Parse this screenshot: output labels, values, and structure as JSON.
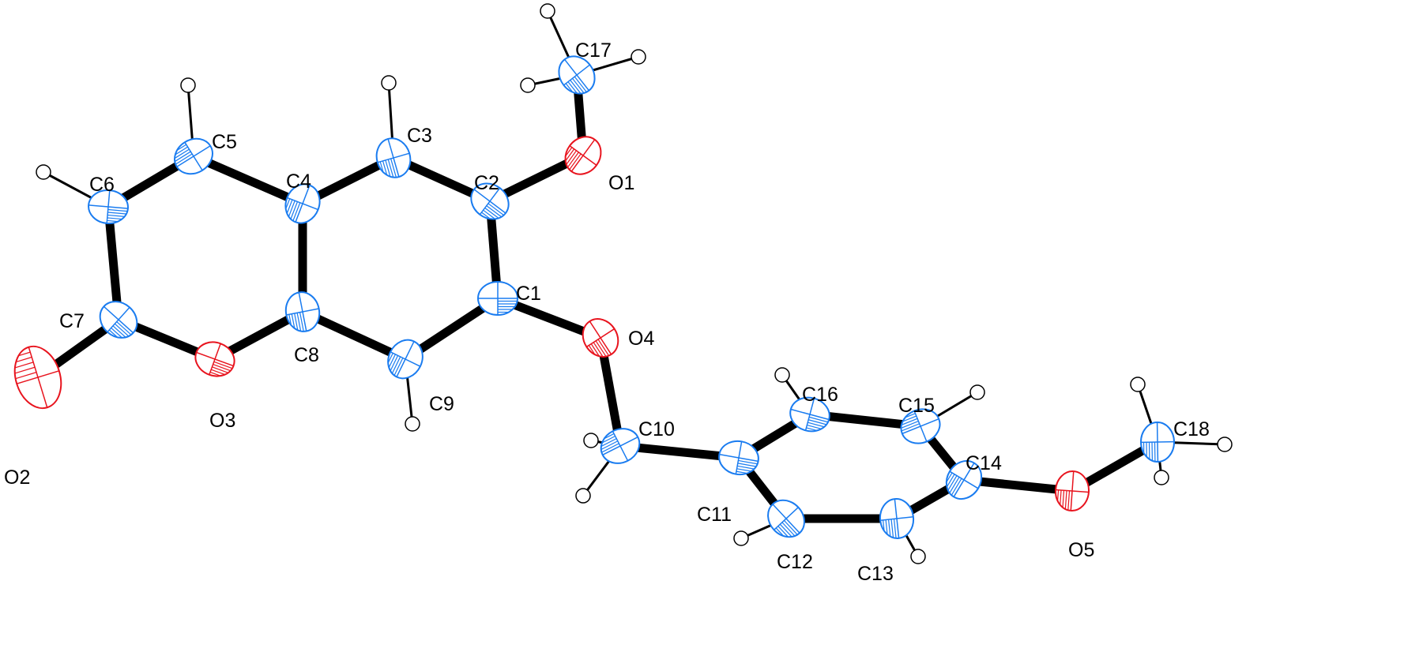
{
  "title": "Molecular structure (ORTEP)",
  "colors": {
    "carbon": "#1a7cf0",
    "oxygen": "#e8141e",
    "bond": "#000000",
    "hydrogen": "#ffffff"
  },
  "atoms": [
    {
      "id": "C1",
      "element": "C"
    },
    {
      "id": "C2",
      "element": "C"
    },
    {
      "id": "C3",
      "element": "C"
    },
    {
      "id": "C4",
      "element": "C"
    },
    {
      "id": "C5",
      "element": "C"
    },
    {
      "id": "C6",
      "element": "C"
    },
    {
      "id": "C7",
      "element": "C"
    },
    {
      "id": "C8",
      "element": "C"
    },
    {
      "id": "C9",
      "element": "C"
    },
    {
      "id": "C10",
      "element": "C"
    },
    {
      "id": "C11",
      "element": "C"
    },
    {
      "id": "C12",
      "element": "C"
    },
    {
      "id": "C13",
      "element": "C"
    },
    {
      "id": "C14",
      "element": "C"
    },
    {
      "id": "C15",
      "element": "C"
    },
    {
      "id": "C16",
      "element": "C"
    },
    {
      "id": "C17",
      "element": "C"
    },
    {
      "id": "C18",
      "element": "C"
    },
    {
      "id": "O1",
      "element": "O"
    },
    {
      "id": "O2",
      "element": "O"
    },
    {
      "id": "O3",
      "element": "O"
    },
    {
      "id": "O4",
      "element": "O"
    },
    {
      "id": "O5",
      "element": "O"
    }
  ],
  "bonds": [
    [
      "C17",
      "O1"
    ],
    [
      "O1",
      "C2"
    ],
    [
      "C2",
      "C3"
    ],
    [
      "C3",
      "C4"
    ],
    [
      "C4",
      "C5"
    ],
    [
      "C5",
      "C6"
    ],
    [
      "C6",
      "C7"
    ],
    [
      "C7",
      "O2"
    ],
    [
      "C7",
      "O3"
    ],
    [
      "O3",
      "C8"
    ],
    [
      "C8",
      "C4"
    ],
    [
      "C8",
      "C9"
    ],
    [
      "C9",
      "C1"
    ],
    [
      "C1",
      "C2"
    ],
    [
      "C1",
      "O4"
    ],
    [
      "O4",
      "C10"
    ],
    [
      "C10",
      "C11"
    ],
    [
      "C11",
      "C16"
    ],
    [
      "C16",
      "C15"
    ],
    [
      "C15",
      "C14"
    ],
    [
      "C14",
      "C13"
    ],
    [
      "C13",
      "C12"
    ],
    [
      "C12",
      "C11"
    ],
    [
      "C14",
      "O5"
    ],
    [
      "O5",
      "C18"
    ]
  ],
  "hydrogens": [
    {
      "parent": "C17"
    },
    {
      "parent": "C17"
    },
    {
      "parent": "C17"
    },
    {
      "parent": "C3"
    },
    {
      "parent": "C5"
    },
    {
      "parent": "C6"
    },
    {
      "parent": "C9"
    },
    {
      "parent": "C10"
    },
    {
      "parent": "C10"
    },
    {
      "parent": "C16"
    },
    {
      "parent": "C15"
    },
    {
      "parent": "C13"
    },
    {
      "parent": "C12"
    },
    {
      "parent": "C18"
    },
    {
      "parent": "C18"
    },
    {
      "parent": "C18"
    }
  ]
}
